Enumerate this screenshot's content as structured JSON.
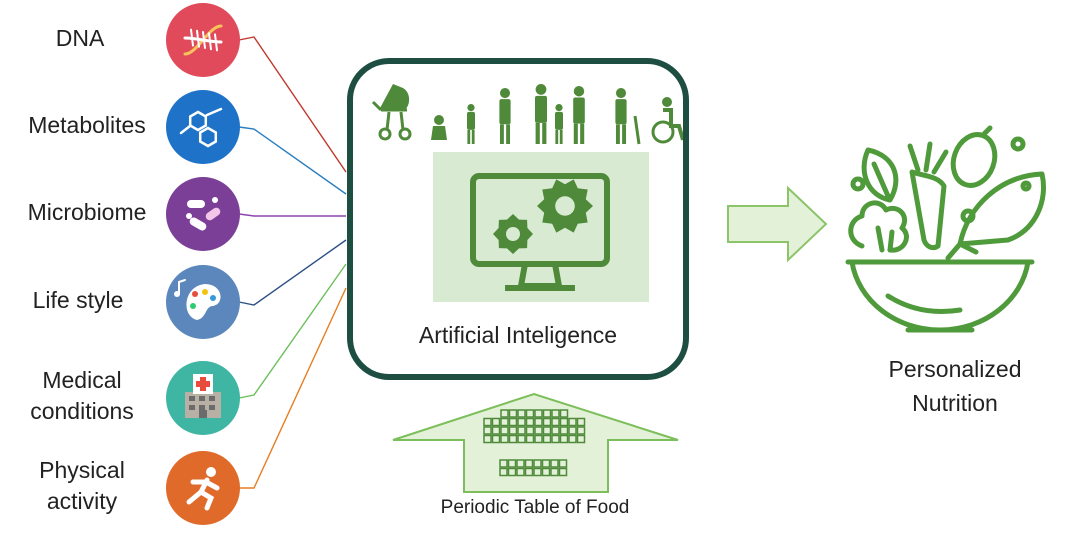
{
  "inputs": [
    {
      "label": "DNA",
      "icon": "dna-helix-icon",
      "color": "#e04a5a",
      "line": "#c0392b"
    },
    {
      "label": "Metabolites",
      "icon": "molecule-icon",
      "color": "#1e72c7",
      "line": "#2a7fc0"
    },
    {
      "label": "Microbiome",
      "icon": "bacteria-icon",
      "color": "#7b3f98",
      "line": "#8e44ad"
    },
    {
      "label": "Life style",
      "icon": "palette-music-icon",
      "color": "#5b87bd",
      "line": "#2c4f86"
    },
    {
      "label": "Medical\nconditions",
      "icon": "hospital-icon",
      "color": "#3fb6a3",
      "line": "#6cbf5a"
    },
    {
      "label": "Physical\nactivity",
      "icon": "running-person-icon",
      "color": "#e06a2a",
      "line": "#e67e22"
    }
  ],
  "center": {
    "label": "Artificial Inteligence",
    "border_color": "#1e4e42",
    "life_stage_icons": [
      "stroller-icon",
      "baby-icon",
      "child-icon",
      "adult-icon",
      "family-icon",
      "woman-icon",
      "elderly-icon",
      "wheelchair-icon"
    ],
    "computer_icon": "computer-gears-icon",
    "accent": "#4f8a3a",
    "panel_bg": "#d9ead3"
  },
  "bottom": {
    "label": "Periodic Table of Food",
    "arrow_fill": "#e3f1d8",
    "arrow_stroke": "#7cbf5a"
  },
  "output": {
    "label_lines": [
      "Personalized",
      "Nutrition"
    ],
    "icon": "salad-bowl-icon",
    "color": "#4f9a3a"
  },
  "right_arrow": {
    "fill": "#e3f1d8",
    "stroke": "#8cc46a"
  }
}
